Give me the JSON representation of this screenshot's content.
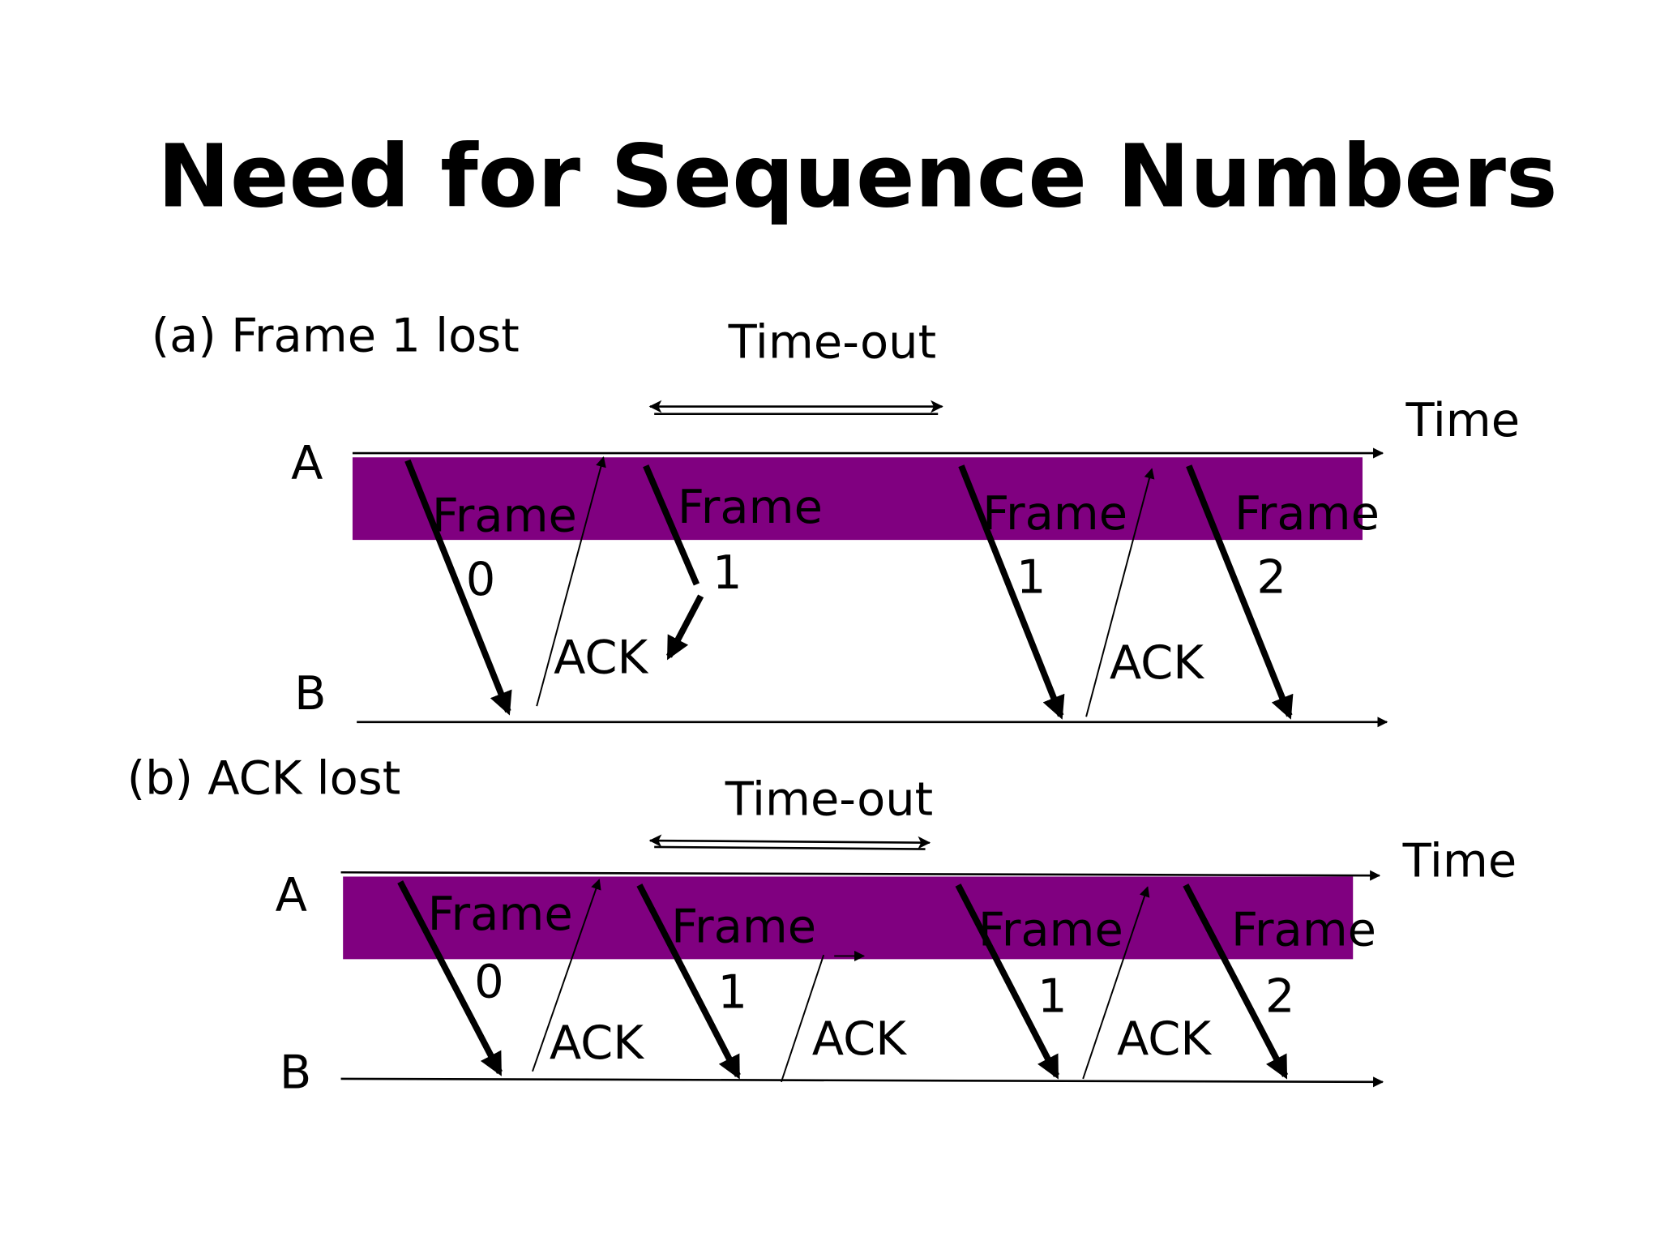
{
  "title": "Need for Sequence Numbers",
  "colors": {
    "band": "#800080",
    "lines": "#000000"
  },
  "panels": [
    {
      "caption": "(a)  Frame 1 lost",
      "timeout_label": "Time-out",
      "time_label": "Time",
      "sender": "A",
      "receiver": "B",
      "frames": [
        {
          "word": "Frame",
          "num": "0"
        },
        {
          "word": "Frame",
          "num": "1"
        },
        {
          "word": "Frame",
          "num": "1"
        },
        {
          "word": "Frame",
          "num": "2"
        }
      ],
      "acks": [
        "ACK",
        "ACK"
      ]
    },
    {
      "caption": "(b)  ACK lost",
      "timeout_label": "Time-out",
      "time_label": "Time",
      "sender": "A",
      "receiver": "B",
      "frames": [
        {
          "word": "Frame",
          "num": "0"
        },
        {
          "word": "Frame",
          "num": "1"
        },
        {
          "word": "Frame",
          "num": "1"
        },
        {
          "word": "Frame",
          "num": "2"
        }
      ],
      "acks": [
        "ACK",
        "ACK",
        "ACK"
      ]
    }
  ]
}
